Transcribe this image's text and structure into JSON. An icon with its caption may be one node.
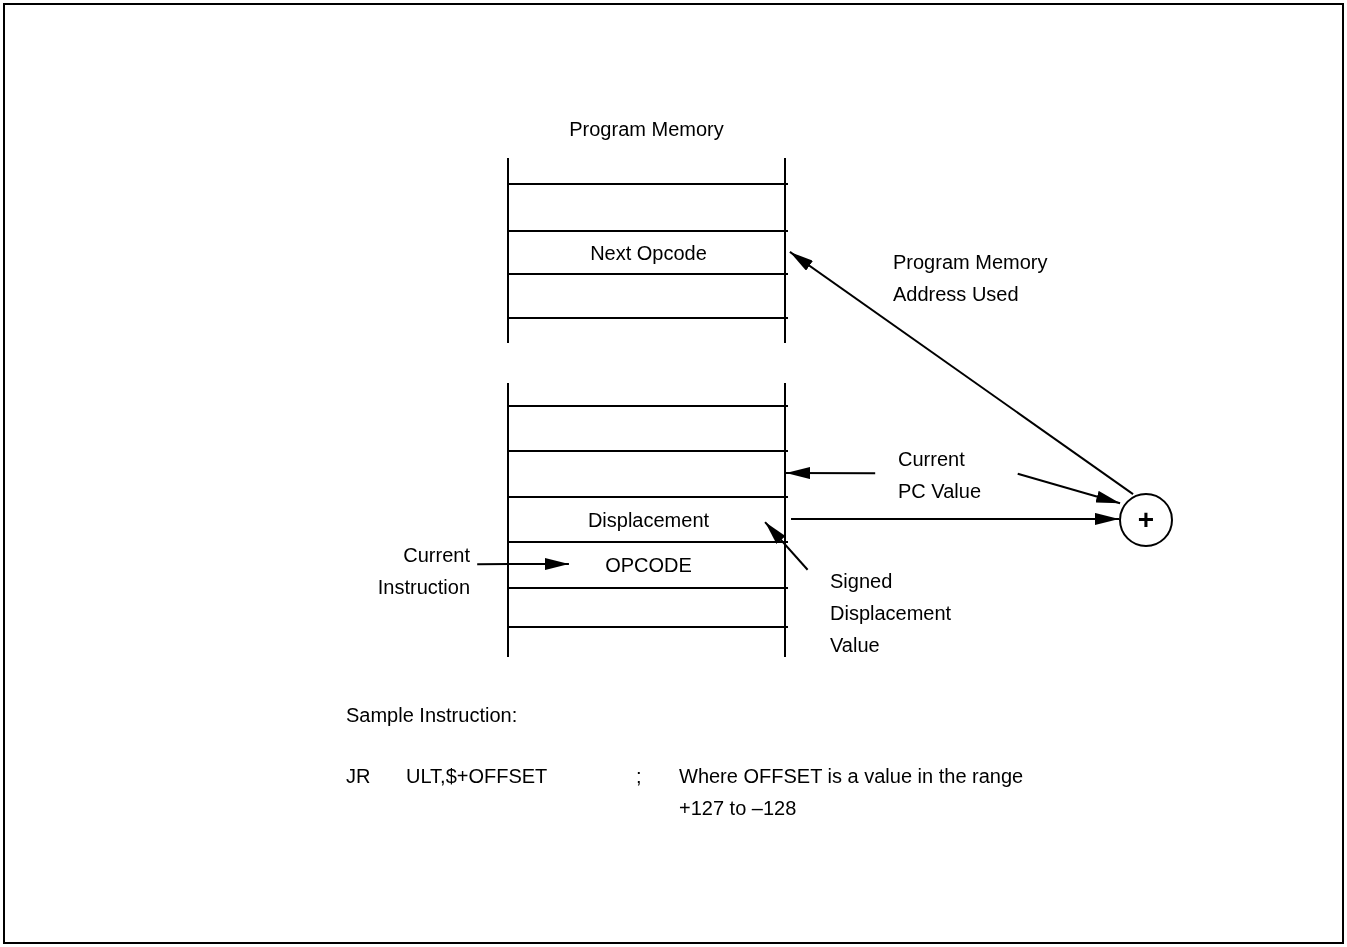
{
  "diagram": {
    "nodes": [
      {
        "text": [
          "Program Memory"
        ]
      },
      {
        "text": [],
        "shape": "box",
        "in": 0
      },
      {
        "text": [
          "Next Opcode"
        ],
        "in": 0
      },
      {
        "text": [],
        "shape": "box",
        "in": 0
      },
      {
        "text": [],
        "shape": "box"
      },
      {
        "text": [],
        "shape": "box",
        "in": 4
      },
      {
        "text": [],
        "shape": "box",
        "in": 4
      },
      {
        "text": [
          "Displacement"
        ],
        "in": 4
      },
      {
        "text": [
          "OPCODE"
        ],
        "in": 4
      },
      {
        "text": [],
        "shape": "box",
        "in": 4
      },
      {
        "text": [
          "Current Instruction"
        ]
      },
      {
        "text": [
          "Current PC Value"
        ]
      },
      {
        "text": [
          "Signed Displacement Value"
        ]
      },
      {
        "text": [
          "+"
        ]
      }
    ],
    "edges": [
      {
        "from": 10,
        "to": 8,
        "arrow": "to"
      },
      {
        "from": 13,
        "to": 2,
        "arrow": "to",
        "label": "Program Memory Address Used"
      },
      {
        "from": 11,
        "to": 6,
        "arrow": "to"
      },
      {
        "from": 11,
        "to": 13,
        "arrow": "to"
      },
      {
        "from": 7,
        "to": 13,
        "arrow": "to"
      },
      {
        "from": 12,
        "to": 7,
        "arrow": "to"
      }
    ],
    "labels": [
      "Sample Instruction:",
      "JR",
      "ULT,$+OFFSET",
      ";",
      "Where OFFSET is a value in the range +127 to –128"
    ]
  }
}
